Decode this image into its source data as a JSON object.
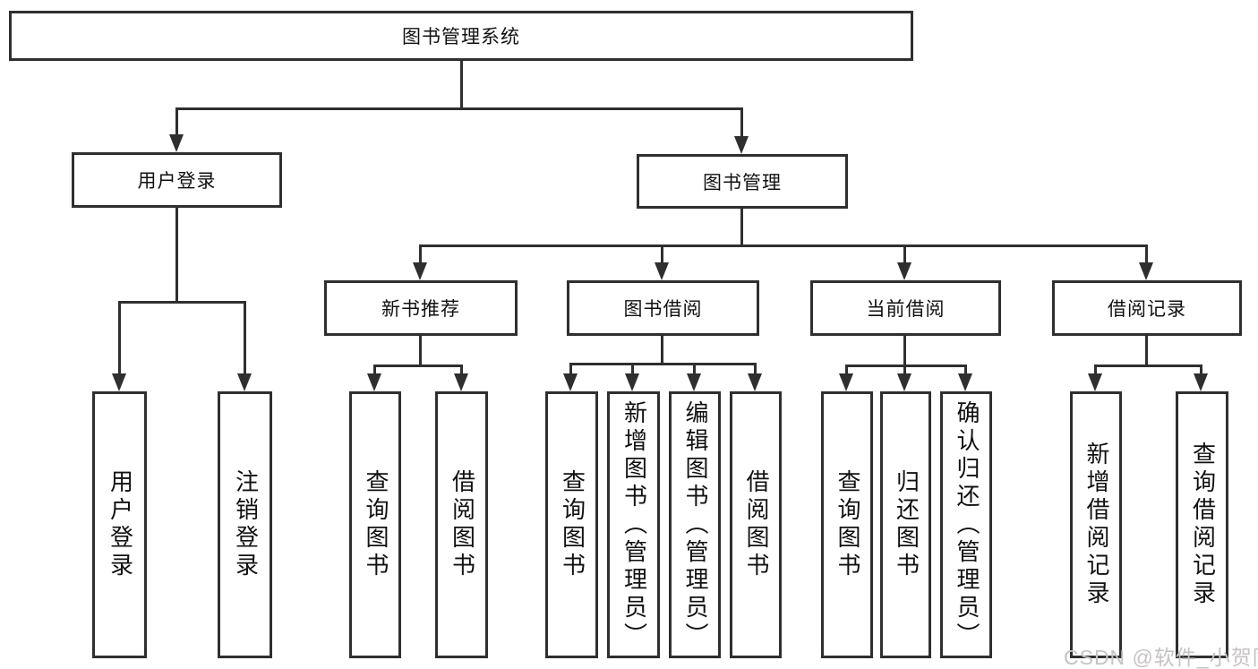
{
  "diagram": {
    "title": "图书管理系统",
    "level2": {
      "user_login": "用户登录",
      "book_mgmt": "图书管理"
    },
    "level3": {
      "new_book": "新书推荐",
      "book_borrow": "图书借阅",
      "current_borrow": "当前借阅",
      "borrow_record": "借阅记录"
    },
    "leaves": {
      "user_login": [
        "用户登录",
        "注销登录"
      ],
      "new_book": [
        "查询图书",
        "借阅图书"
      ],
      "book_borrow": [
        "查询图书",
        "新增图书（管理员）",
        "编辑图书（管理员）",
        "借阅图书"
      ],
      "current_borrow": [
        "查询图书",
        "归还图书",
        "确认归还（管理员）"
      ],
      "borrow_record": [
        "新增借阅记录",
        "查询借阅记录"
      ]
    },
    "colors": {
      "line": "#2f2f2f",
      "text": "#111111",
      "background": "#ffffff",
      "watermark": "#c8c2c2"
    }
  },
  "watermark": "CSDN @软件_小贺同学"
}
